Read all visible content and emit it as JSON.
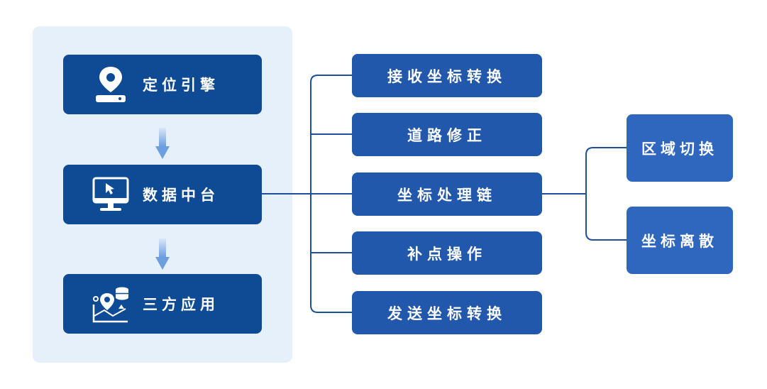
{
  "engine": {
    "modules": [
      {
        "label": "定位引擎",
        "icon": "location-pin-icon"
      },
      {
        "label": "数据中台",
        "icon": "monitor-cursor-icon"
      },
      {
        "label": "三方应用",
        "icon": "map-database-icon"
      }
    ]
  },
  "chain": {
    "steps": [
      "接收坐标转换",
      "道路修正",
      "坐标处理链",
      "补点操作",
      "发送坐标转换"
    ]
  },
  "sub_steps": [
    "区域切换",
    "坐标离散"
  ],
  "colors": {
    "panel_bg": "#e6f0fb",
    "module_bg": "#0f4a95",
    "step_bg": "#2258ab",
    "sub_bg": "#2f67bf",
    "line": "#1d4f9c",
    "arrow": "#7aa7e3"
  }
}
